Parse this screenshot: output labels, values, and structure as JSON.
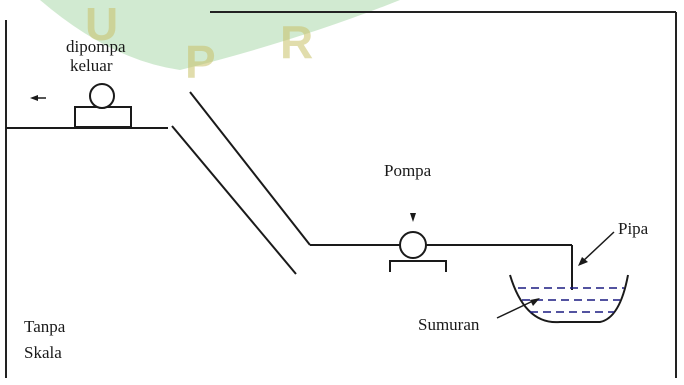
{
  "watermark": {
    "letters": [
      "U",
      "P",
      "R"
    ],
    "color": "#c9c26a",
    "band_color": "#7cc27a"
  },
  "labels": {
    "pumped_out": [
      "dipompa",
      "keluar"
    ],
    "pump": "Pompa",
    "pipe": "Pipa",
    "sump": "Sumuran",
    "scale_note": [
      "Tanpa",
      "Skala"
    ]
  },
  "colors": {
    "line": "#1a1a1a",
    "water_dash": "#1a1a80",
    "border": "#222222"
  }
}
